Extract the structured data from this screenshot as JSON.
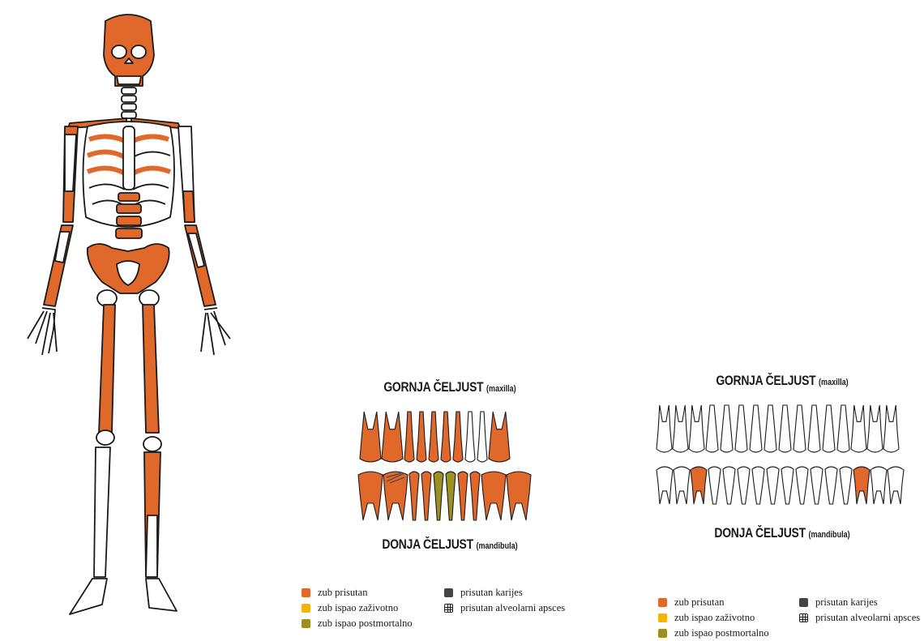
{
  "colors": {
    "present": "#e0682b",
    "lost_antemortem": "#f4b400",
    "lost_postmortem": "#9c9022",
    "caries": "#444444",
    "outline": "#1a1a1a"
  },
  "chart_a": {
    "upper_title": "GORNJA ČELJUST",
    "upper_title_latin": "(maxilla)",
    "lower_title": "DONJA ČELJUST",
    "lower_title_latin": "(mandibula)",
    "upper_teeth": [
      "present",
      "present",
      "present",
      "present",
      "present",
      "present",
      "present",
      "absent",
      "absent",
      "present"
    ],
    "lower_teeth": [
      "present",
      "caries",
      "present",
      "present",
      "postmortem",
      "postmortem",
      "present",
      "present",
      "present",
      "present"
    ]
  },
  "chart_b": {
    "upper_title": "GORNJA ČELJUST",
    "upper_title_latin": "(maxilla)",
    "lower_title": "DONJA ČELJUST",
    "lower_title_latin": "(mandibula)",
    "upper_teeth": [
      "absent",
      "absent",
      "absent",
      "absent",
      "absent",
      "absent",
      "absent",
      "absent",
      "absent",
      "absent",
      "absent",
      "absent",
      "absent",
      "absent",
      "absent",
      "absent"
    ],
    "lower_teeth": [
      "absent",
      "absent",
      "present",
      "absent",
      "absent",
      "absent",
      "absent",
      "absent",
      "absent",
      "absent",
      "absent",
      "absent",
      "absent",
      "present",
      "absent",
      "absent"
    ]
  },
  "legend": {
    "present": "zub prisutan",
    "lost_antemortem": "zub ispao zaživotno",
    "lost_postmortem": "zub ispao postmortalno",
    "caries": "prisutan karijes",
    "abscess": "prisutan alveolarni apsces"
  },
  "icons": {
    "abscess_symbol": "grid-square-icon"
  }
}
